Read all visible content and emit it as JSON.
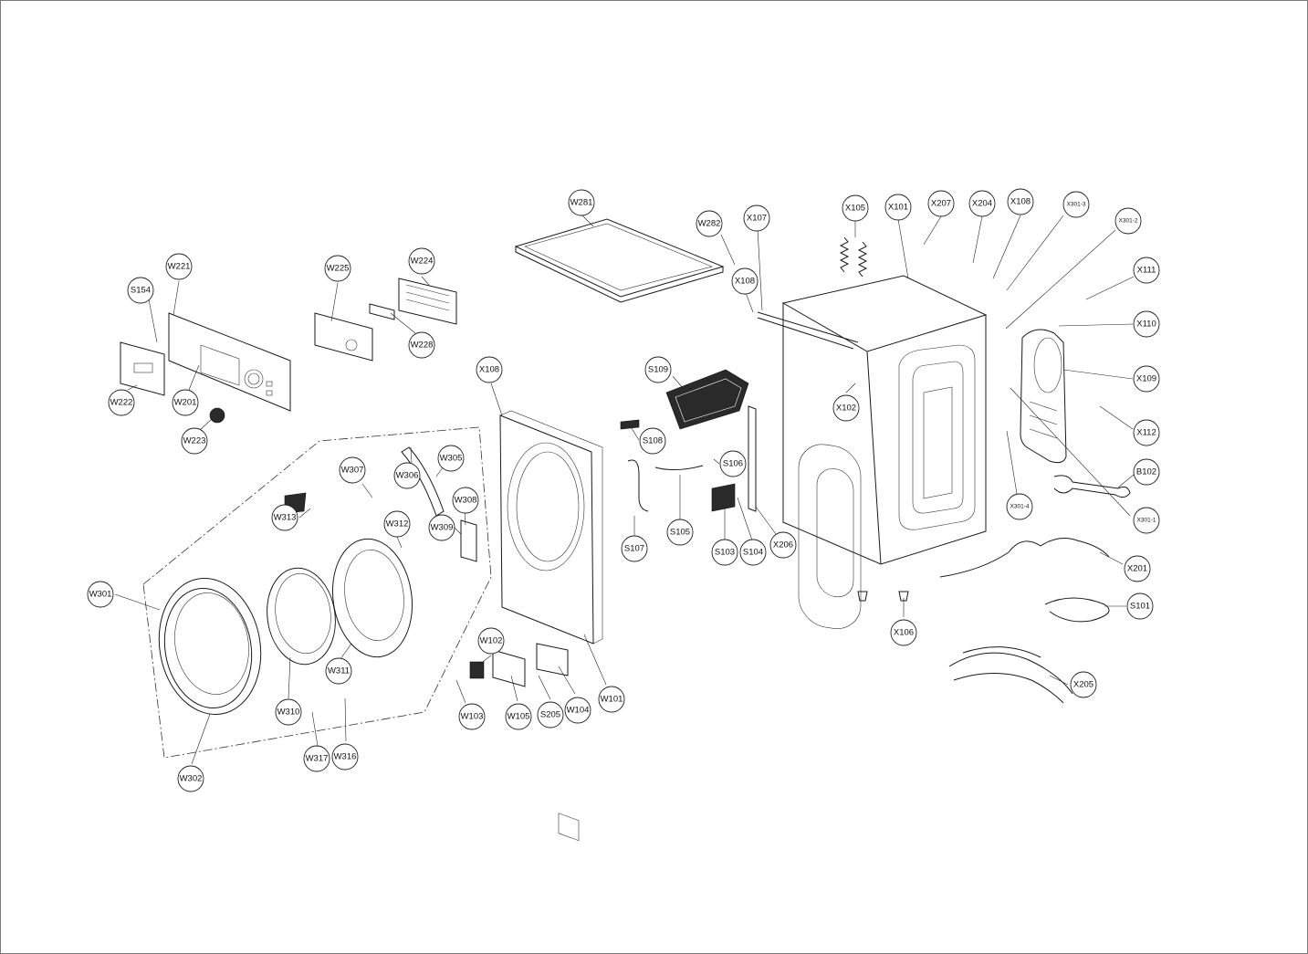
{
  "callouts": [
    {
      "id": "W281"
    },
    {
      "id": "W282"
    },
    {
      "id": "X107"
    },
    {
      "id": "X108"
    },
    {
      "id": "X105"
    },
    {
      "id": "X101"
    },
    {
      "id": "X207"
    },
    {
      "id": "X204"
    },
    {
      "id": "X108"
    },
    {
      "id": "X301-3"
    },
    {
      "id": "X301-2"
    },
    {
      "id": "X111"
    },
    {
      "id": "X110"
    },
    {
      "id": "X109"
    },
    {
      "id": "X112"
    },
    {
      "id": "B102"
    },
    {
      "id": "X301-1"
    },
    {
      "id": "X301-4"
    },
    {
      "id": "X102"
    },
    {
      "id": "S109"
    },
    {
      "id": "S108"
    },
    {
      "id": "S106"
    },
    {
      "id": "S105"
    },
    {
      "id": "S107"
    },
    {
      "id": "S103"
    },
    {
      "id": "S104"
    },
    {
      "id": "X206"
    },
    {
      "id": "X108"
    },
    {
      "id": "W225"
    },
    {
      "id": "W224"
    },
    {
      "id": "W228"
    },
    {
      "id": "W221"
    },
    {
      "id": "S154"
    },
    {
      "id": "W222"
    },
    {
      "id": "W201"
    },
    {
      "id": "W223"
    },
    {
      "id": "W307"
    },
    {
      "id": "W306"
    },
    {
      "id": "W305"
    },
    {
      "id": "W308"
    },
    {
      "id": "W309"
    },
    {
      "id": "W313"
    },
    {
      "id": "W312"
    },
    {
      "id": "W301"
    },
    {
      "id": "W311"
    },
    {
      "id": "W310"
    },
    {
      "id": "W302"
    },
    {
      "id": "W317"
    },
    {
      "id": "W316"
    },
    {
      "id": "W102"
    },
    {
      "id": "W103"
    },
    {
      "id": "W105"
    },
    {
      "id": "S205"
    },
    {
      "id": "W104"
    },
    {
      "id": "W101"
    },
    {
      "id": "X201"
    },
    {
      "id": "S101"
    },
    {
      "id": "X106"
    },
    {
      "id": "X205"
    }
  ]
}
